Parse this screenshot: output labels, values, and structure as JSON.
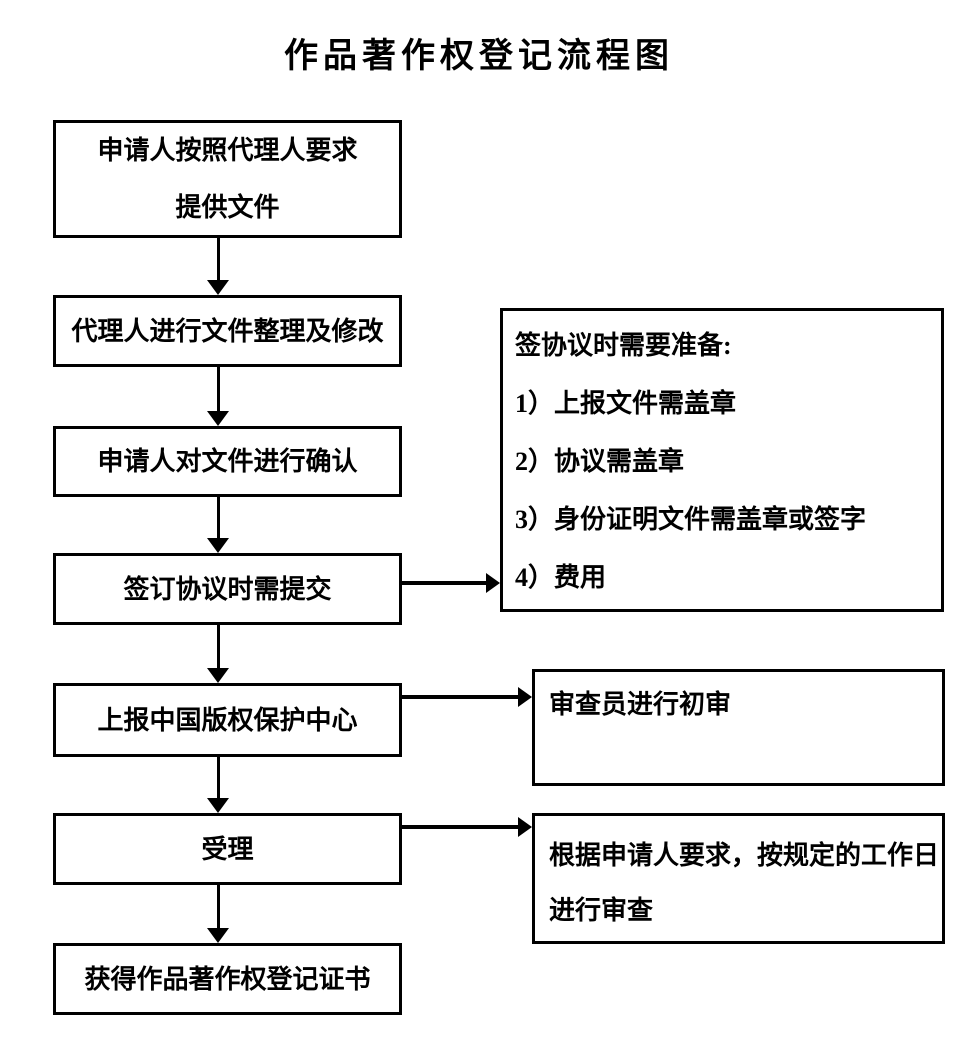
{
  "title": "作品著作权登记流程图",
  "colors": {
    "ink": "#000000",
    "background": "#ffffff"
  },
  "flow": {
    "steps": [
      {
        "lines": [
          "申请人按照代理人要求",
          "提供文件"
        ]
      },
      {
        "lines": [
          "代理人进行文件整理及修改"
        ]
      },
      {
        "lines": [
          "申请人对文件进行确认"
        ]
      },
      {
        "lines": [
          "签订协议时需提交"
        ]
      },
      {
        "lines": [
          "上报中国版权保护中心"
        ]
      },
      {
        "lines": [
          "受理"
        ]
      },
      {
        "lines": [
          "获得作品著作权登记证书"
        ]
      }
    ],
    "notes": [
      {
        "lines": [
          "签协议时需要准备:",
          "1）上报文件需盖章",
          "2）协议需盖章",
          "3）身份证明文件需盖章或签字",
          "4）费用"
        ]
      },
      {
        "lines": [
          "审查员进行初审"
        ]
      },
      {
        "lines": [
          "根据申请人要求，按规定的工作日",
          "进行审查"
        ]
      }
    ]
  }
}
